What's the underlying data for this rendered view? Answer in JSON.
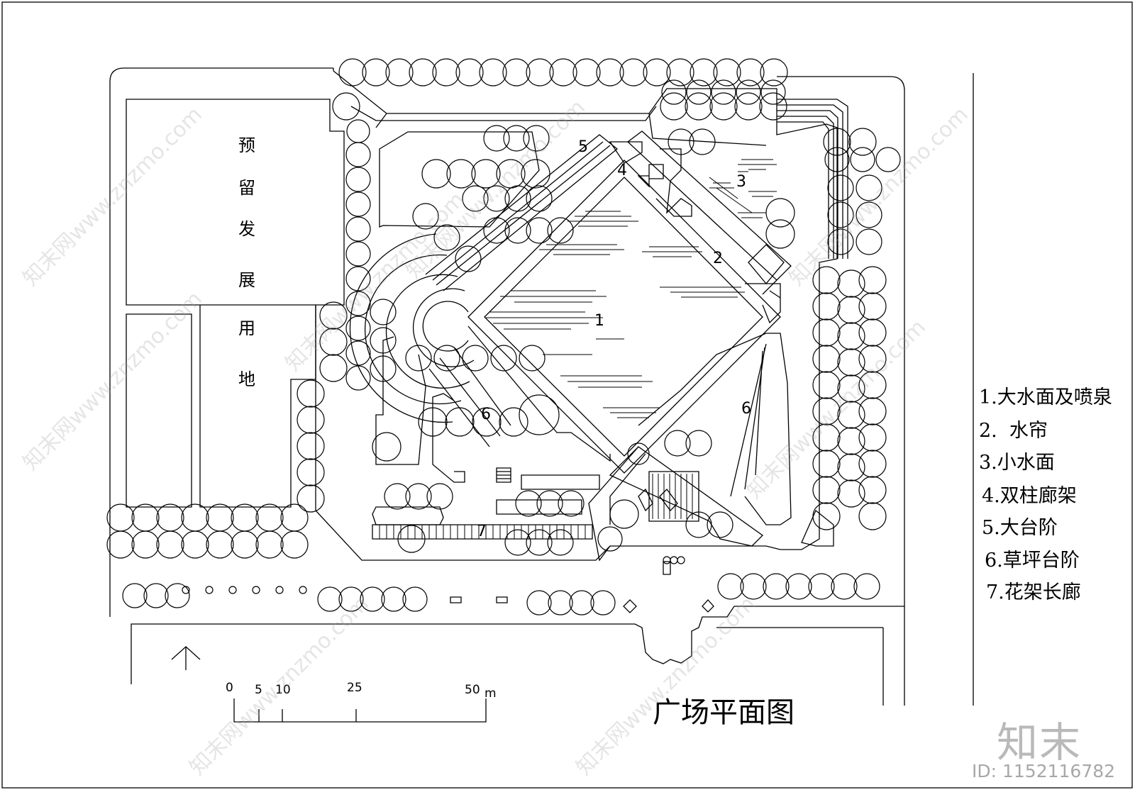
{
  "reserved_land": {
    "chars": [
      "预",
      "留",
      "发",
      "展",
      "用",
      "地"
    ]
  },
  "zones": [
    {
      "id": "1"
    },
    {
      "id": "2"
    },
    {
      "id": "3"
    },
    {
      "id": "4"
    },
    {
      "id": "5"
    },
    {
      "id": "6"
    },
    {
      "id": "6"
    },
    {
      "id": "7"
    }
  ],
  "legend": [
    "1.大水面及喷泉",
    "2.  水帘",
    "3.小水面",
    "4.双柱廊架",
    "5.大台阶",
    "6.草坪台阶",
    "7.花架长廊"
  ],
  "scale_bar": {
    "ticks": [
      "0",
      "5",
      "10",
      "25",
      "50"
    ],
    "unit": "m"
  },
  "title": "广场平面图",
  "watermark": {
    "brand": "知末",
    "id_text": "ID: 1152116782",
    "site": "知末网www.znzmo.com"
  },
  "colors": {
    "line": "#000000",
    "watermark": "#b9b9b9"
  }
}
